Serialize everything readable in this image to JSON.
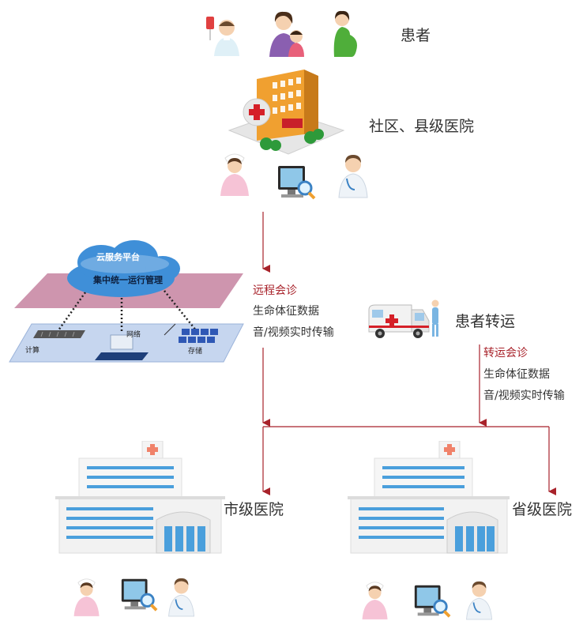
{
  "patients": {
    "label": "患者"
  },
  "community_hospital": {
    "label": "社区、县级医院"
  },
  "cloud": {
    "title": "云服务平台",
    "subtitle": "集中统一运行管理",
    "compute_label": "计算",
    "network_label": "网络",
    "storage_label": "存储"
  },
  "remote_consult": {
    "title": "远程会诊",
    "line1": "生命体征数据",
    "line2": "音/视频实时传输"
  },
  "transfer": {
    "label": "患者转运",
    "title": "转运会诊",
    "line1": "生命体征数据",
    "line2": "音/视频实时传输"
  },
  "city_hospital": {
    "label": "市级医院"
  },
  "province_hospital": {
    "label": "省级医院"
  },
  "colors": {
    "arrow": "#a8222a",
    "accent_text": "#a8222a",
    "plane": "#c98aa5",
    "cloud": "#3f8fd8",
    "building_stripe": "#4a9fdc",
    "hospital_orange": "#f0a030"
  }
}
